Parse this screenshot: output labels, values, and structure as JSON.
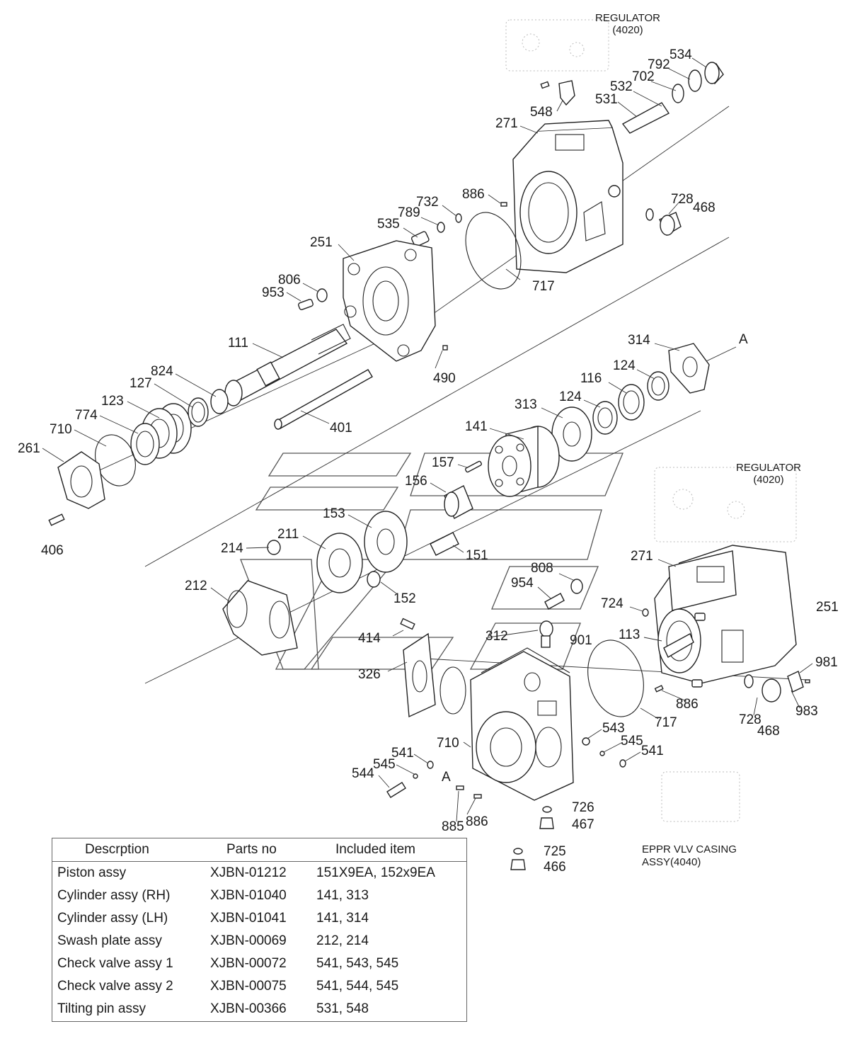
{
  "labels": {
    "regulator_top": "REGULATOR",
    "regulator_top_code": "(4020)",
    "regulator_right": "REGULATOR",
    "regulator_right_code": "(4020)",
    "eppr_line1": "EPPR VLV CASING",
    "eppr_line2": "ASSY(4040)",
    "view_a_top": "A",
    "view_a_bottom": "A"
  },
  "callouts": {
    "c534": "534",
    "c792": "792",
    "c702": "702",
    "c532": "532",
    "c531": "531",
    "c548": "548",
    "c271a": "271",
    "c886a": "886",
    "c732": "732",
    "c789": "789",
    "c535": "535",
    "c728a": "728",
    "c468a": "468",
    "c251a": "251",
    "c717a": "717",
    "c806": "806",
    "c953": "953",
    "c111": "111",
    "c490": "490",
    "c824": "824",
    "c127": "127",
    "c123": "123",
    "c774": "774",
    "c710a": "710",
    "c261": "261",
    "c401": "401",
    "c406": "406",
    "c314": "314",
    "c124a": "124",
    "c116": "116",
    "c124b": "124",
    "c313": "313",
    "c141": "141",
    "c157": "157",
    "c156": "156",
    "c153": "153",
    "c211": "211",
    "c214": "214",
    "c151": "151",
    "c212": "212",
    "c152": "152",
    "c808": "808",
    "c954": "954",
    "c271b": "271",
    "c724": "724",
    "c251b": "251",
    "c113": "113",
    "c901": "901",
    "c414": "414",
    "c312": "312",
    "c326": "326",
    "c981": "981",
    "c886b": "886",
    "c983": "983",
    "c717b": "717",
    "c728b": "728",
    "c468b": "468",
    "c543": "543",
    "c545a": "545",
    "c541a": "541",
    "c710b": "710",
    "c541b": "541",
    "c545b": "545",
    "c544": "544",
    "c726": "726",
    "c467": "467",
    "c885": "885",
    "c886c": "886",
    "c725": "725",
    "c466": "466"
  },
  "table": {
    "headers": {
      "description": "Descrption",
      "parts_no": "Parts no",
      "included": "Included item"
    },
    "rows": [
      {
        "description": "Piston assy",
        "parts_no": "XJBN-01212",
        "included": "151X9EA, 152x9EA"
      },
      {
        "description": "Cylinder assy (RH)",
        "parts_no": "XJBN-01040",
        "included": "141, 313"
      },
      {
        "description": "Cylinder assy (LH)",
        "parts_no": "XJBN-01041",
        "included": "141, 314"
      },
      {
        "description": "Swash plate assy",
        "parts_no": "XJBN-00069",
        "included": "212, 214"
      },
      {
        "description": "Check valve assy 1",
        "parts_no": "XJBN-00072",
        "included": "541, 543, 545"
      },
      {
        "description": "Check valve assy 2",
        "parts_no": "XJBN-00075",
        "included": "541, 544, 545"
      },
      {
        "description": "Tilting pin assy",
        "parts_no": "XJBN-00366",
        "included": "531, 548"
      }
    ]
  }
}
